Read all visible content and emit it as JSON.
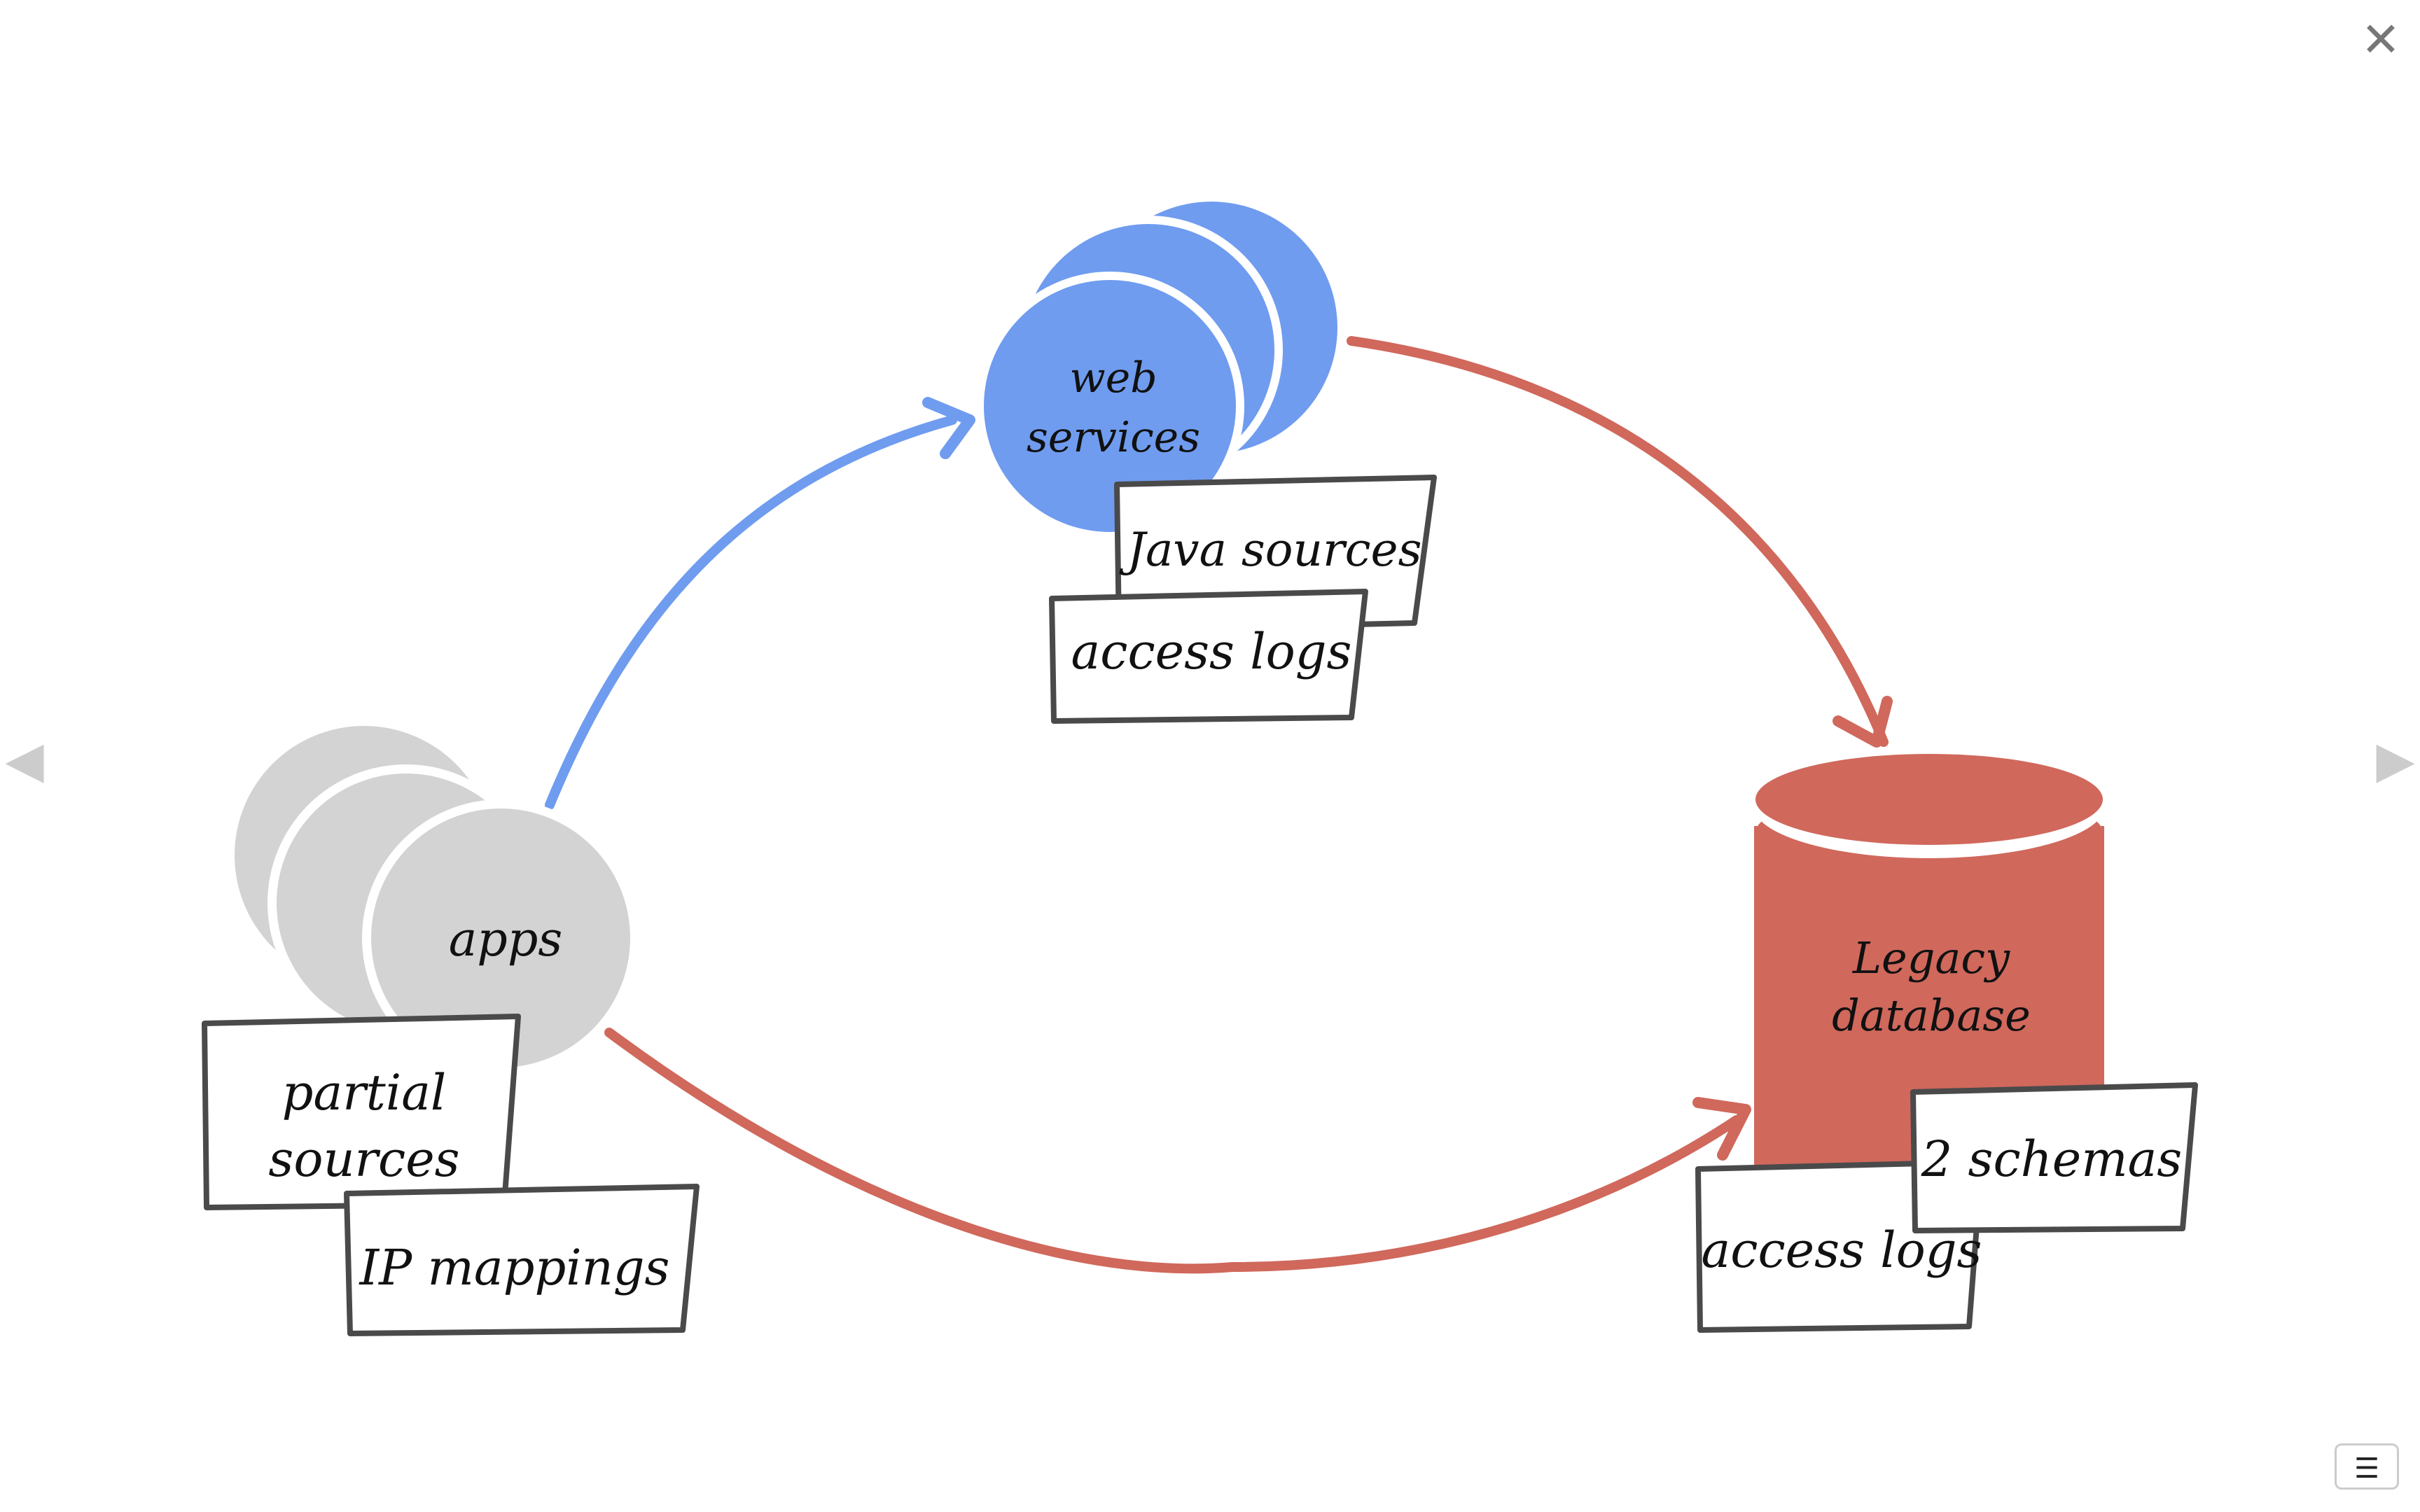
{
  "nodes": {
    "web_services": {
      "line1": "web",
      "line2": "services"
    },
    "apps": {
      "label": "apps"
    },
    "legacy_database": {
      "line1": "Legacy",
      "line2": "database"
    }
  },
  "notes": {
    "java_sources": "Java sources",
    "web_access_logs": "access logs",
    "partial_sources_line1": "partial",
    "partial_sources_line2": "sources",
    "ip_mappings": "IP mappings",
    "schemas": "2 schemas",
    "db_access_logs": "access logs"
  },
  "controls": {
    "close_icon": "✕",
    "prev_icon": "◀",
    "next_icon": "▶",
    "menu_icon": "☰"
  },
  "colors": {
    "blue": "#6f9cef",
    "red": "#d0685c",
    "grey": "#d3d3d3",
    "note_border": "#4a4a4a"
  }
}
